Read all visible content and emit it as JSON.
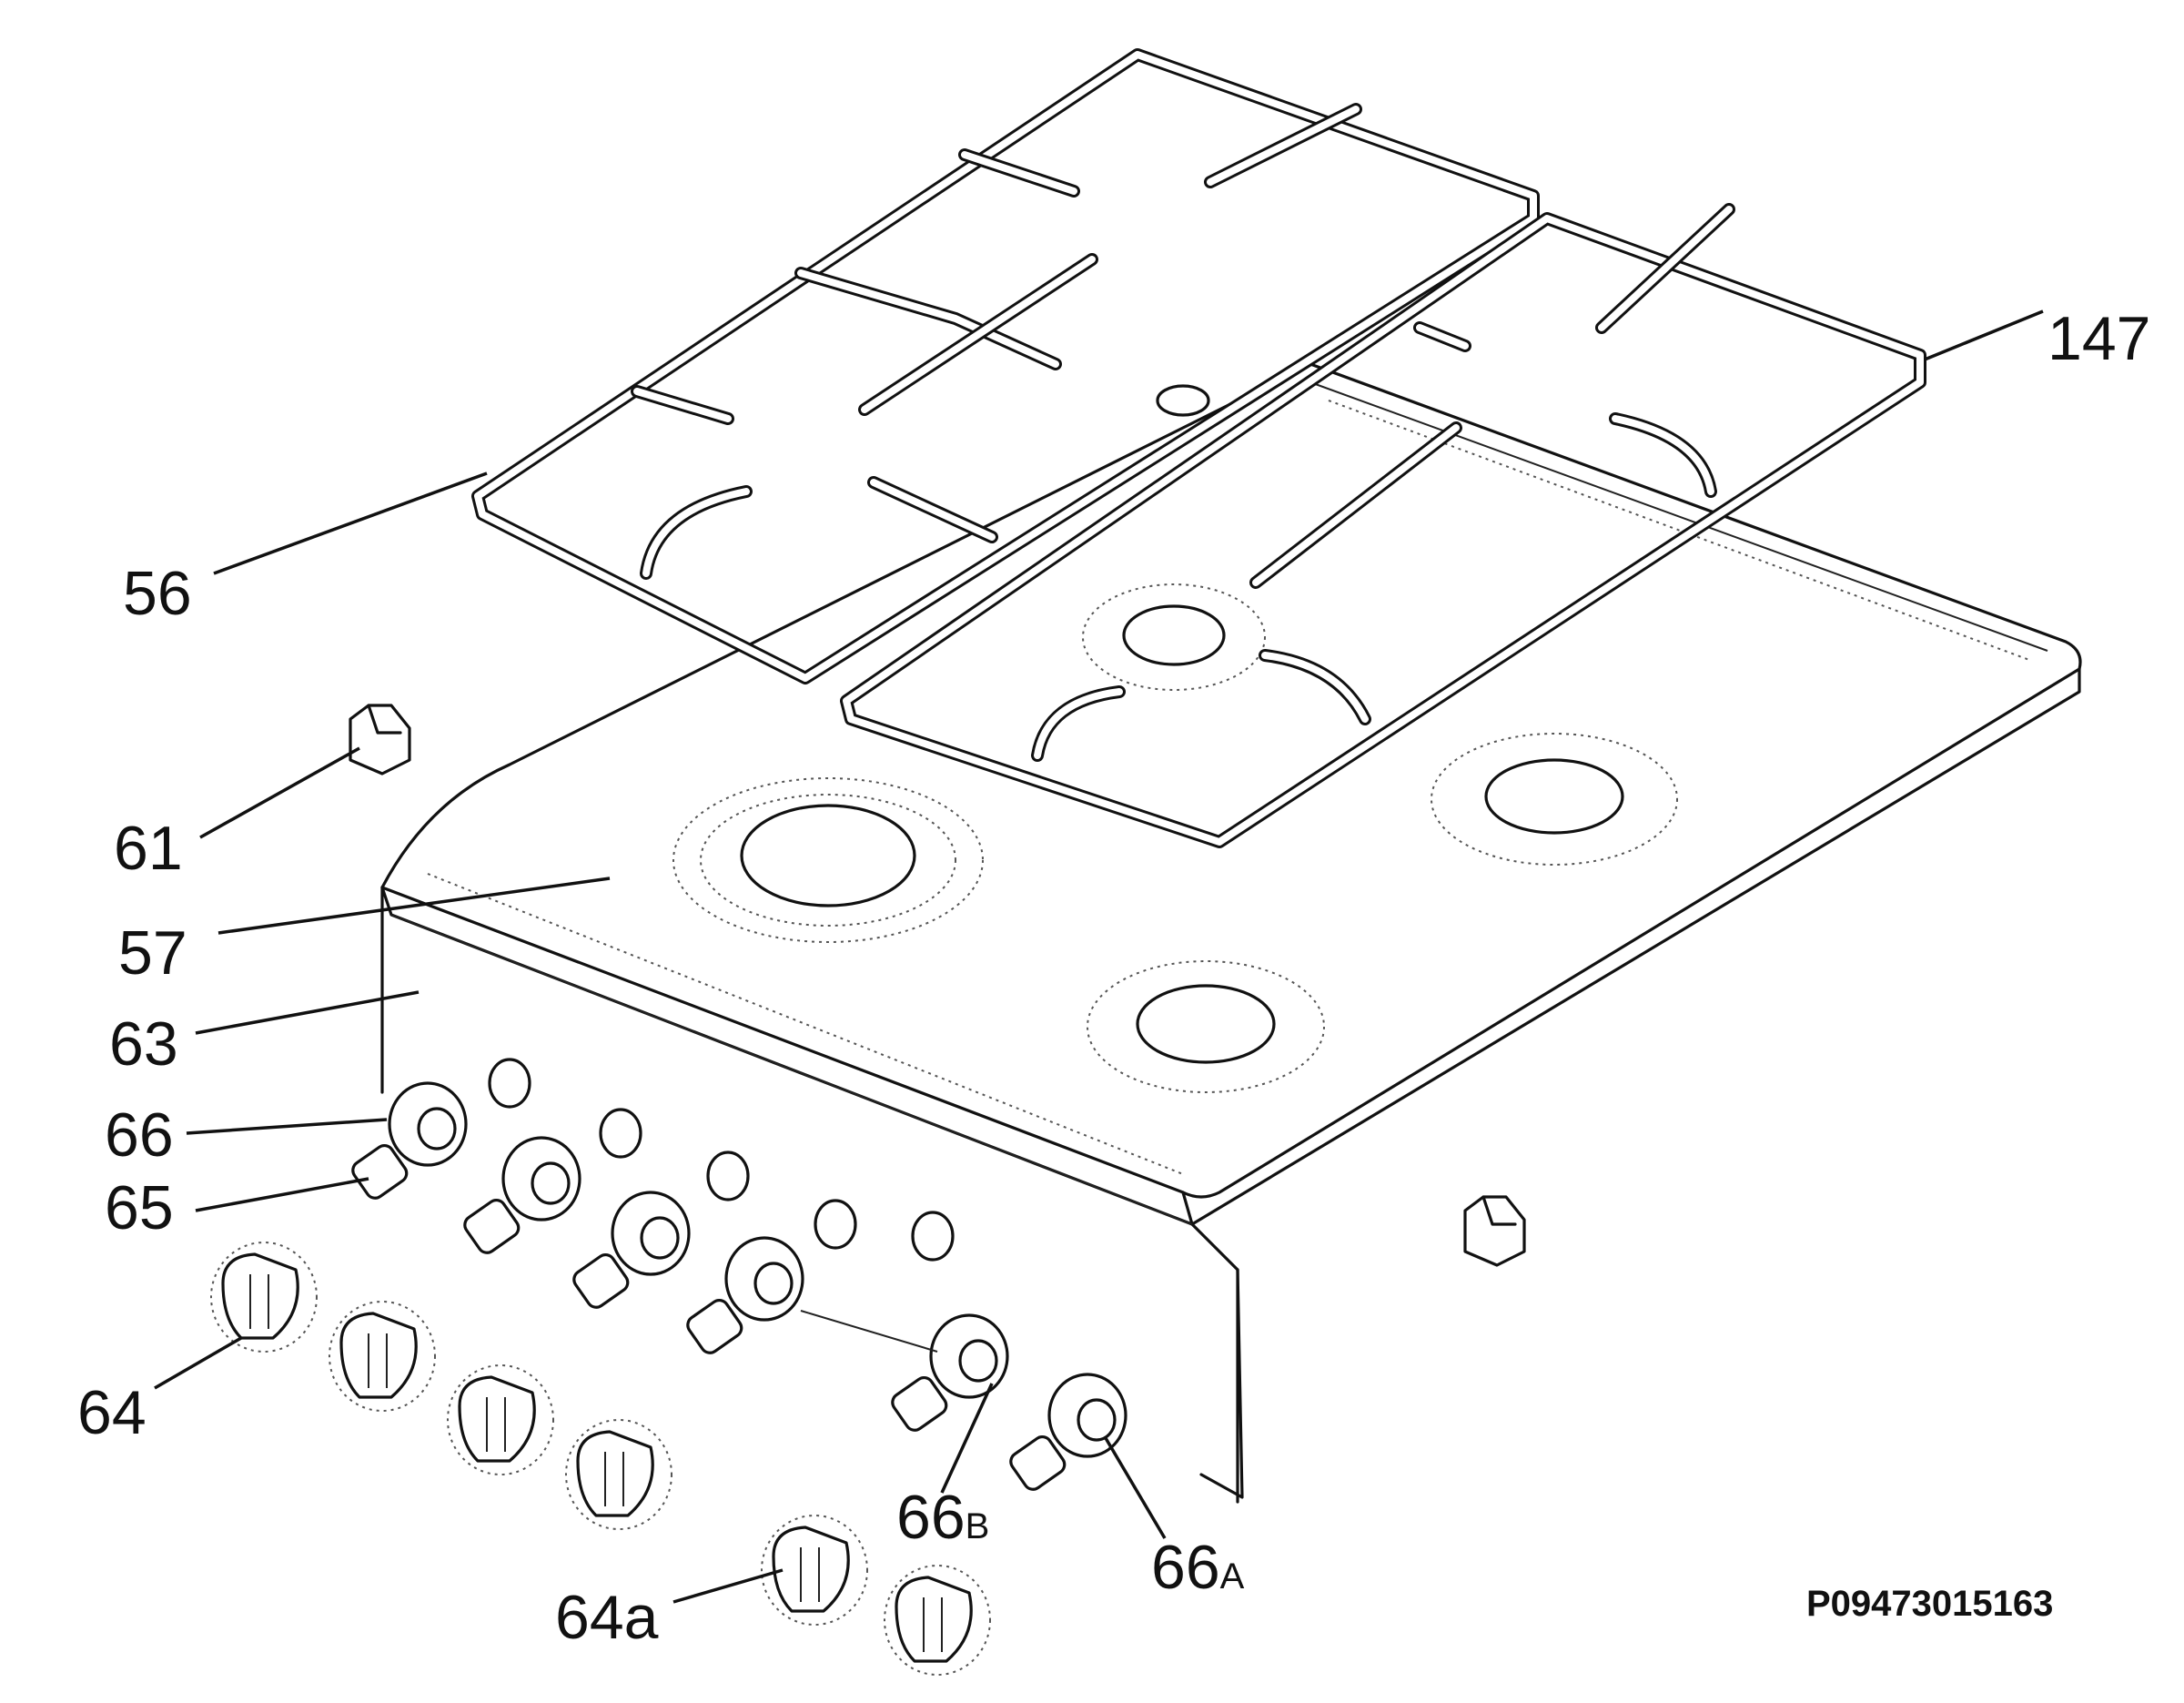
{
  "labels": {
    "l56": "56",
    "l61": "61",
    "l57": "57",
    "l63": "63",
    "l66": "66",
    "l65": "65",
    "l64": "64",
    "l64a": "64a",
    "l66b_main": "66",
    "l66b_sub": "B",
    "l66a_main": "66",
    "l66a_sub": "A",
    "l147": "147"
  },
  "drawing_code": "P09473015163"
}
